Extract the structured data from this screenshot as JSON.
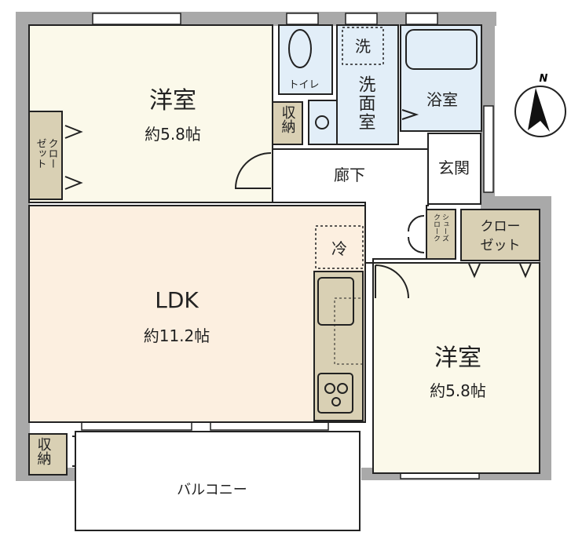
{
  "colors": {
    "wall": "#a9a9a9",
    "room": "#fbf9ea",
    "ldk": "#fcefe0",
    "wet": "#e2eef8",
    "storage": "#d9d0b4",
    "balcony": "#ffffff"
  },
  "compass": {
    "label": "N"
  },
  "rooms": {
    "western1": {
      "name": "洋室",
      "size": "約5.8帖"
    },
    "closet1": {
      "line1": "クロー",
      "line2": "ゼット"
    },
    "storage1": {
      "name": "収納"
    },
    "toilet": {
      "name": "トイレ"
    },
    "washer": {
      "name": "洗"
    },
    "washroom": {
      "name": "洗面室"
    },
    "bath": {
      "name": "浴室"
    },
    "hallway": {
      "name": "廊下"
    },
    "entrance": {
      "name": "玄関"
    },
    "shoe_closet": {
      "line1": "シューズ",
      "line2": "クローク"
    },
    "closet2": {
      "line1": "クロー",
      "line2": "ゼット"
    },
    "fridge": {
      "name": "冷"
    },
    "ldk": {
      "name": "LDK",
      "size": "約11.2帖"
    },
    "western2": {
      "name": "洋室",
      "size": "約5.8帖"
    },
    "storage2": {
      "name": "収納"
    },
    "balcony": {
      "name": "バルコニー"
    }
  }
}
